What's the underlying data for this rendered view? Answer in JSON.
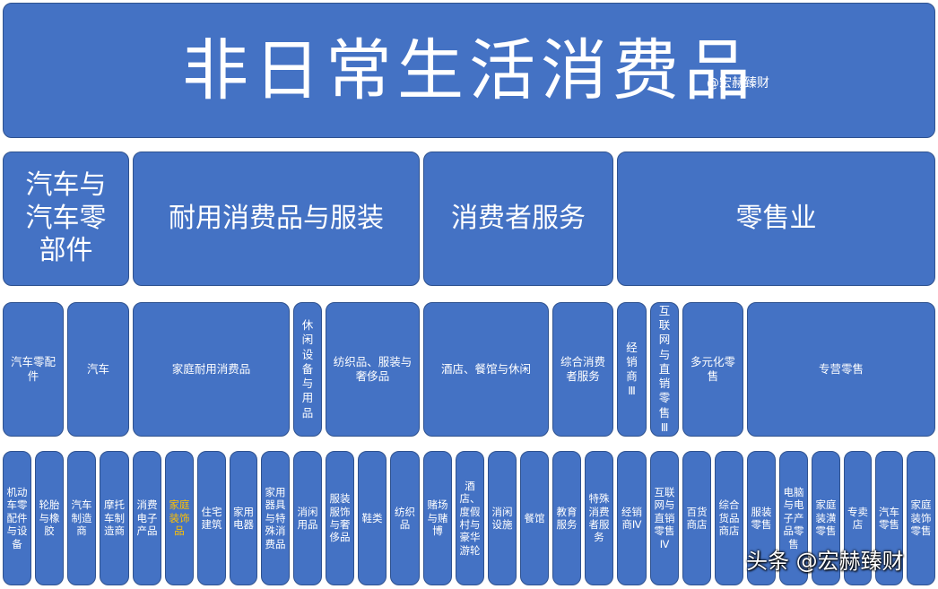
{
  "title": "非日常生活消费品",
  "credit": "@宏赫臻财",
  "watermark": "头条 @宏赫臻财",
  "colors": {
    "box": "#4472C4",
    "border": "#2F528F",
    "text": "#FFFFFF",
    "highlight": "#FFC000"
  },
  "level1": [
    "汽车与汽车零部件",
    "耐用消费品与服装",
    "消费者服务",
    "零售业"
  ],
  "level2": [
    "汽车零配件",
    "汽车",
    "家庭耐用消费品",
    "休闲设备与用品",
    "纺织品、服装与奢侈品",
    "酒店、餐馆与休闲",
    "综合消费者服务",
    "经销商Ⅲ",
    "互联网与直销零售Ⅲ",
    "多元化零售",
    "专营零售"
  ],
  "level3": [
    "机动车零配件与设备",
    "轮胎与橡胶",
    "汽车制造商",
    "摩托车制造商",
    "消费电子产品",
    "家庭装饰品",
    "住宅建筑",
    "家用电器",
    "家用器具与特殊消费品",
    "消闲用品",
    "服装服饰与奢侈品",
    "鞋类",
    "纺织品",
    "赌场与赌博",
    "酒店、度假村与豪华游轮",
    "消闲设施",
    "餐馆",
    "教育服务",
    "特殊消费者服务",
    "经销商Ⅳ",
    "互联网与直销零售Ⅳ",
    "百货商店",
    "综合货品商店",
    "服装零售",
    "电脑与电子产品零售",
    "家庭装潢零售",
    "专卖店",
    "汽车零售",
    "家庭装饰零售"
  ]
}
